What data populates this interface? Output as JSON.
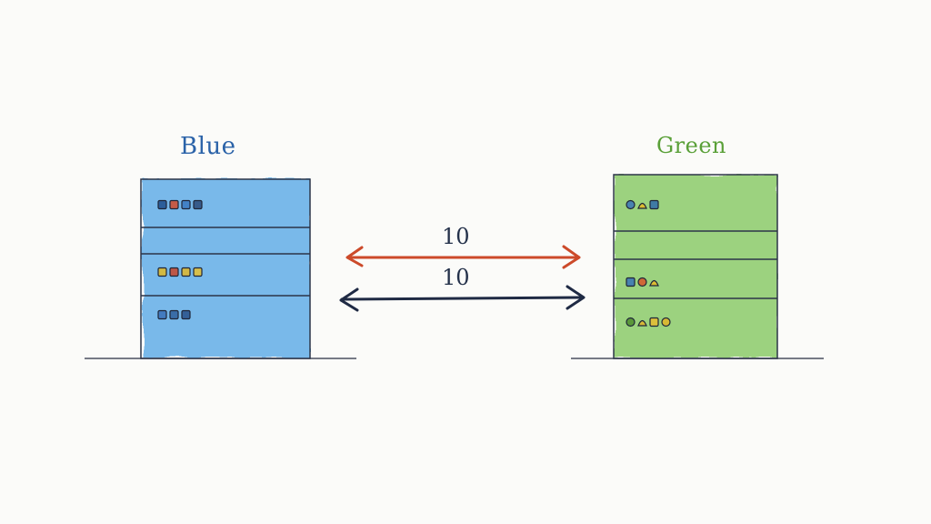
{
  "diagram": {
    "left_box": {
      "title": "Blue",
      "title_color": "#2a62a8",
      "fill_color": "#63aee8",
      "row_icons": [
        [
          "#1f4e8c",
          "#d24a2a",
          "#3a78c0",
          "#2b4a7a"
        ],
        [
          "#e2b824",
          "#c9452c",
          "#e0b62a",
          "#e8c030"
        ],
        [
          "#3a70b8",
          "#2f5f9c",
          "#28508a"
        ]
      ]
    },
    "right_box": {
      "title": "Green",
      "title_color": "#5aa038",
      "fill_color": "#8ccc6a",
      "row_icons": [
        [
          "#3a74b8",
          "#e6b824",
          "#2f6cab"
        ],
        [],
        [
          "#3a74b8",
          "#d8562a",
          "#e6b824"
        ],
        [
          "#4f8d2e",
          "#e0b42a",
          "#e8bc30",
          "#e2b428"
        ]
      ]
    },
    "connections": [
      {
        "label": "10",
        "direction": "bidirectional",
        "color": "#cc4a2a"
      },
      {
        "label": "10",
        "direction": "bidirectional",
        "color": "#1f2a44"
      }
    ],
    "ground_line_color": "#4a5060"
  }
}
